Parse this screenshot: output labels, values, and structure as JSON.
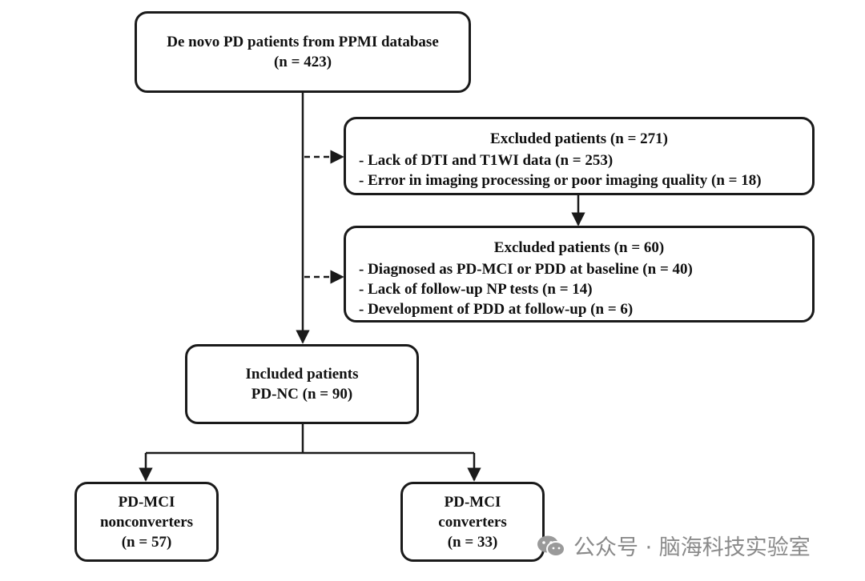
{
  "boxes": {
    "source": {
      "line1": "De novo PD patients from PPMI database",
      "line2": "(n = 423)"
    },
    "excluded1": {
      "title": "Excluded patients (n = 271)",
      "items": [
        "- Lack of DTI and T1WI data (n = 253)",
        "- Error in imaging processing or poor imaging quality (n = 18)"
      ]
    },
    "excluded2": {
      "title": "Excluded patients (n = 60)",
      "items": [
        "- Diagnosed as PD-MCI or PDD at baseline (n = 40)",
        "- Lack of follow-up NP tests (n = 14)",
        "- Development of  PDD at follow-up (n = 6)"
      ]
    },
    "included": {
      "line1": "Included patients",
      "line2": "PD-NC (n = 90)"
    },
    "nonconverters": {
      "line1": "PD-MCI",
      "line2": "nonconverters",
      "line3": "(n = 57)"
    },
    "converters": {
      "line1": "PD-MCI",
      "line2": "converters",
      "line3": "(n = 33)"
    }
  },
  "watermark": {
    "text": "公众号 · 脑海科技实验室",
    "icon": "wechat-icon"
  }
}
